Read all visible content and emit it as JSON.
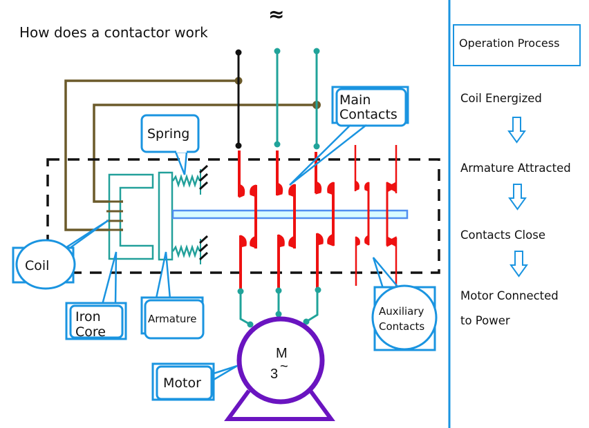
{
  "title": "How does a contactor work",
  "ac_symbol": "≈",
  "colors": {
    "control_wire": "#6b5a2a",
    "phase_wire": "#20a39a",
    "neutral_wire": "#111111",
    "contacts": "#ee1111",
    "callout": "#1a94e0",
    "motor": "#6a14c0",
    "pushrod_fill": "#d8fbff",
    "pushrod_stroke": "#4f8ff0",
    "magnet": "#22a09a",
    "divider": "#1a94e0",
    "arrow": "#1a94e0"
  },
  "labels": {
    "spring": "Spring",
    "main_contacts_line1": "Main",
    "main_contacts_line2": "Contacts",
    "coil": "Coil",
    "iron_core_line1": "Iron",
    "iron_core_line2": "Core",
    "armature": "Armature",
    "motor": "Motor",
    "auxiliary_line1": "Auxiliary",
    "auxiliary_line2": "Contacts"
  },
  "motor": {
    "symbol": "M",
    "phase_number": "3",
    "phase_symbol": "~"
  },
  "process": {
    "title": "Operation Process",
    "steps": [
      {
        "text": "Coil Energized"
      },
      {
        "text": "Armature Attracted"
      },
      {
        "text": "Contacts Close"
      },
      {
        "text": "Motor Connected",
        "text2": "to Power"
      }
    ]
  }
}
